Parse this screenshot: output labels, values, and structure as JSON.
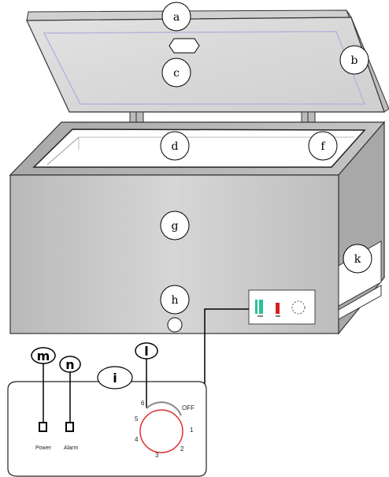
{
  "callouts": {
    "a": "a",
    "b": "b",
    "c": "c",
    "d": "d",
    "f": "f",
    "g": "g",
    "h": "h",
    "k": "k",
    "i": "i",
    "l": "l",
    "m": "m",
    "n": "n"
  },
  "panel": {
    "power_label": "Power",
    "alarm_label": "Alarm",
    "dial_numbers": [
      "6",
      "OFF",
      "1",
      "2",
      "3",
      "4",
      "5"
    ]
  },
  "colors": {
    "body_gray": "#c8c8c8",
    "lid_lavender": "#b8b4dc",
    "dial_red": "#e03030",
    "indicator_green": "#2fbf9a",
    "indicator_red": "#d42020"
  }
}
